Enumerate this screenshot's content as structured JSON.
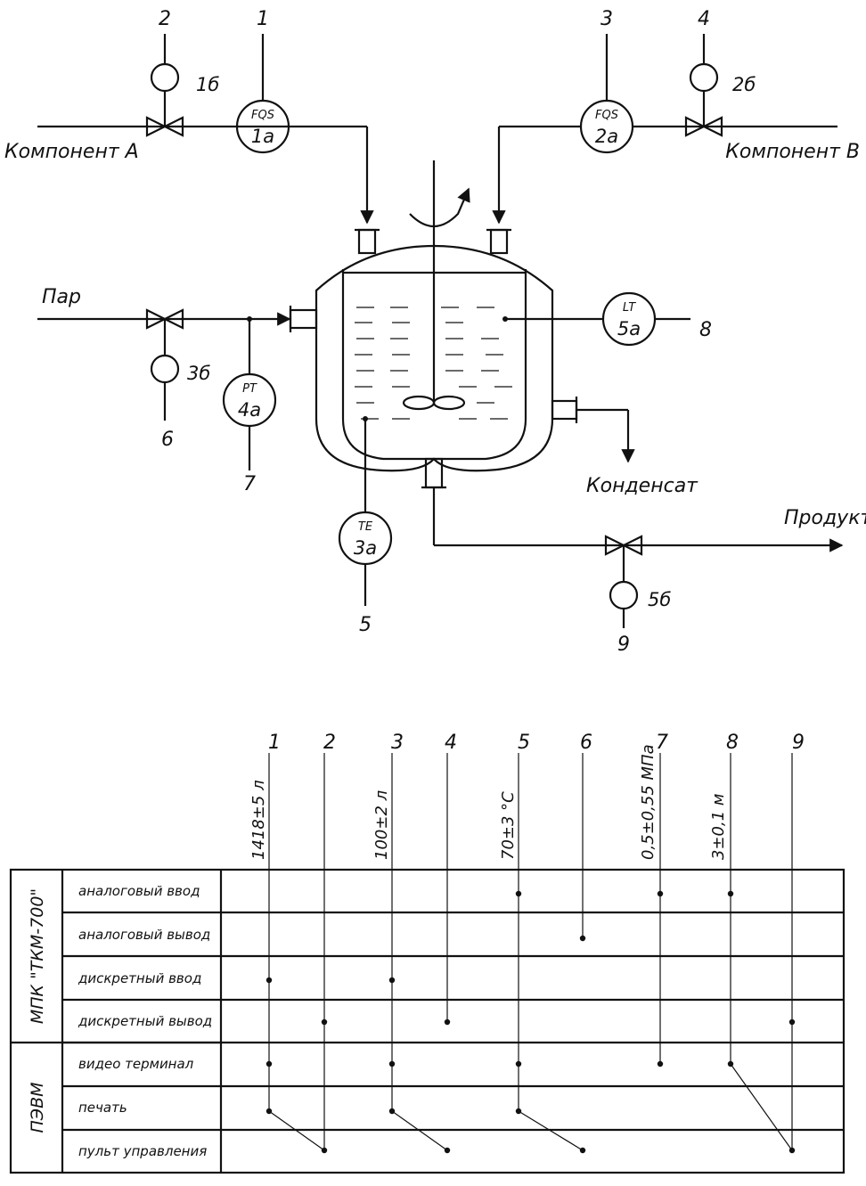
{
  "labels": {
    "component_a": "Компонент А",
    "component_b": "Компонент В",
    "steam": "Пар",
    "condensate": "Конденсат",
    "product": "Продукт"
  },
  "instruments": [
    {
      "tag": "FQS",
      "pos": "1а"
    },
    {
      "tag": "FQS",
      "pos": "2а"
    },
    {
      "tag": "TE",
      "pos": "3а"
    },
    {
      "tag": "PT",
      "pos": "4а"
    },
    {
      "tag": "LT",
      "pos": "5а"
    }
  ],
  "actuators": [
    "1б",
    "2б",
    "3б",
    "5б"
  ],
  "line_numbers": [
    "1",
    "2",
    "3",
    "4",
    "5",
    "6",
    "7",
    "8",
    "9"
  ],
  "table": {
    "columns": [
      "1",
      "2",
      "3",
      "4",
      "5",
      "6",
      "7",
      "8",
      "9"
    ],
    "values": [
      "1418±5 л",
      "100±2 л",
      "70±3 °C",
      "0,5±0,55 МПа",
      "3±0,1 м"
    ],
    "groups": [
      "МПК \"ТКМ-700\"",
      "ПЭВМ"
    ],
    "rows": [
      "аналоговый ввод",
      "аналоговый вывод",
      "дискретный ввод",
      "дискретный вывод",
      "видео терминал",
      "печать",
      "пульт управления"
    ]
  }
}
